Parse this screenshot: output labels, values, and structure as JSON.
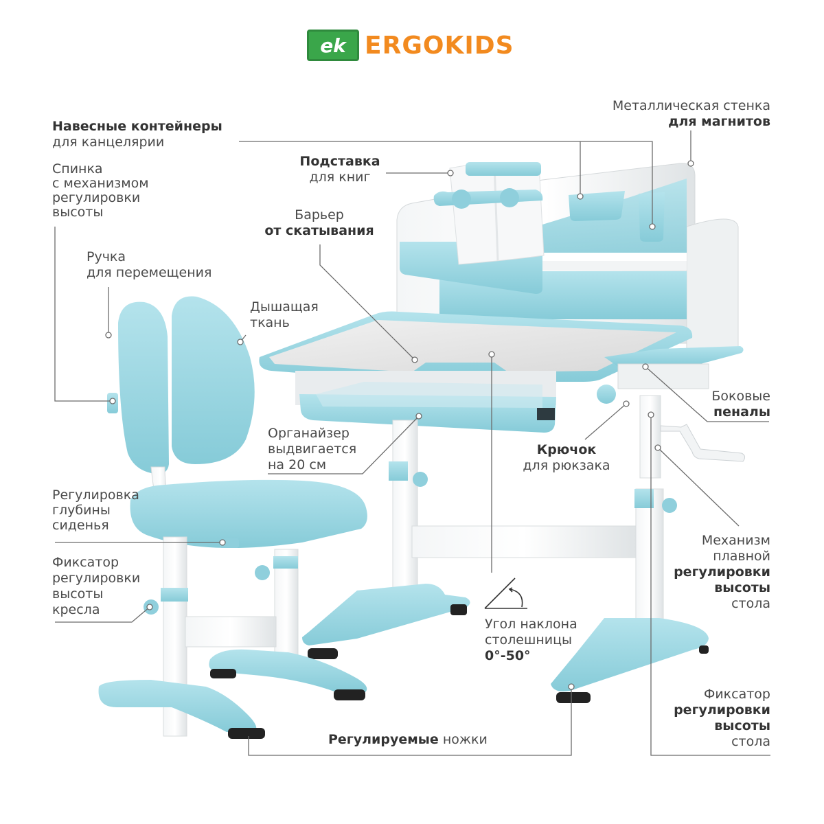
{
  "brand": {
    "badge": "ek",
    "name": "ERGOKIDS",
    "badge_color": "#3aa64a",
    "name_color": "#f28a1f"
  },
  "colors": {
    "accent": "#9fd8e3",
    "accent_dark": "#7cc5d3",
    "white": "#ffffff"
  },
  "labels": {
    "containers": {
      "bold": "Навесные контейнеры",
      "normal": "для канцелярии"
    },
    "metal_wall": {
      "normal": "Металлическая стенка",
      "bold": "для магнитов"
    },
    "backrest": {
      "line1": "Спинка",
      "line2": "с механизмом",
      "line3": "регулировки",
      "line4": "высоты"
    },
    "book_stand": {
      "bold": "Подставка",
      "normal": "для книг"
    },
    "barrier": {
      "normal": "Барьер",
      "bold": "от скатывания"
    },
    "handle": {
      "line1": "Ручка",
      "line2": "для перемещения"
    },
    "breathable": {
      "line1": "Дышащая",
      "line2": "ткань"
    },
    "side_cases": {
      "normal": "Боковые",
      "bold": "пеналы"
    },
    "organizer": {
      "line1": "Органайзер",
      "line2": "выдвигается",
      "line3": "на 20 см"
    },
    "hook": {
      "bold": "Крючок",
      "normal": "для рюкзака"
    },
    "seat_depth": {
      "line1": "Регулировка",
      "line2": "глубины",
      "line3": "сиденья"
    },
    "mechanism": {
      "line1": "Механизм",
      "line2": "плавной",
      "bold1": "регулировки",
      "bold2": "высоты",
      "line3": "стола"
    },
    "chair_lock": {
      "line1": "Фиксатор",
      "line2": "регулировки",
      "line3": "высоты",
      "line4": "кресла"
    },
    "tilt": {
      "line1": "Угол наклона",
      "line2": "столешницы",
      "bold": "0°-50°"
    },
    "table_lock": {
      "line1": "Фиксатор",
      "bold1": "регулировки",
      "bold2": "высоты",
      "line2": "стола"
    },
    "legs": {
      "bold": "Регулируемые",
      "normal": "ножки"
    }
  }
}
